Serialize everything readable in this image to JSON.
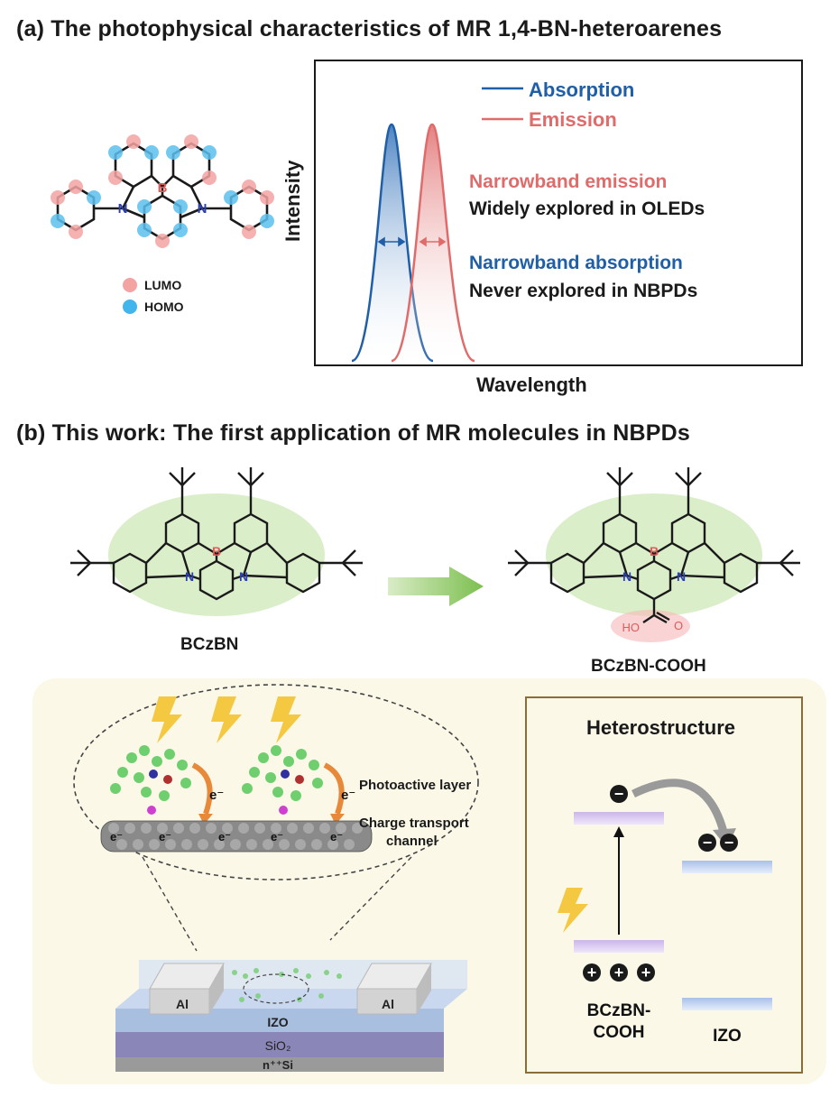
{
  "panel_a": {
    "heading": "(a) The photophysical characteristics of MR 1,4-BN-heteroarenes",
    "structure": {
      "atom_b": "B",
      "atom_n": "N",
      "legend": [
        {
          "label": "LUMO",
          "color": "#f08080"
        },
        {
          "label": "HOMO",
          "color": "#29a9e6"
        }
      ]
    },
    "chart": {
      "ylabel": "Intensity",
      "xlabel": "Wavelength",
      "legend": [
        {
          "label": "Absorption",
          "color": "#1f5fa8"
        },
        {
          "label": "Emission",
          "color": "#e06b6b"
        }
      ],
      "note1_title": "Narrowband emission",
      "note1_text": "Widely explored in OLEDs",
      "note2_title": "Narrowband absorption",
      "note2_text": "Never explored in NBPDs"
    }
  },
  "panel_b": {
    "heading": "(b) This work: The first application of MR molecules in NBPDs",
    "molecule_left": {
      "name": "BCzBN",
      "atom_b": "B",
      "atom_n": "N"
    },
    "molecule_right": {
      "name": "BCzBN-COOH",
      "atom_b": "B",
      "atom_n": "N",
      "group_ho": "HO",
      "group_o": "O"
    },
    "device": {
      "photoactive_label": "Photoactive layer",
      "channel_label_1": "Charge transport",
      "channel_label_2": "channel",
      "electron": "e⁻",
      "electrode_left": "Al",
      "electrode_right": "Al",
      "layer_izo": "IZO",
      "layer_sio2": "SiO₂",
      "layer_si": "n⁺⁺Si"
    },
    "heterostructure": {
      "title": "Heterostructure",
      "donor_label_1": "BCzBN-",
      "donor_label_2": "COOH",
      "acceptor_label": "IZO",
      "minus": "−",
      "plus": "+"
    }
  }
}
